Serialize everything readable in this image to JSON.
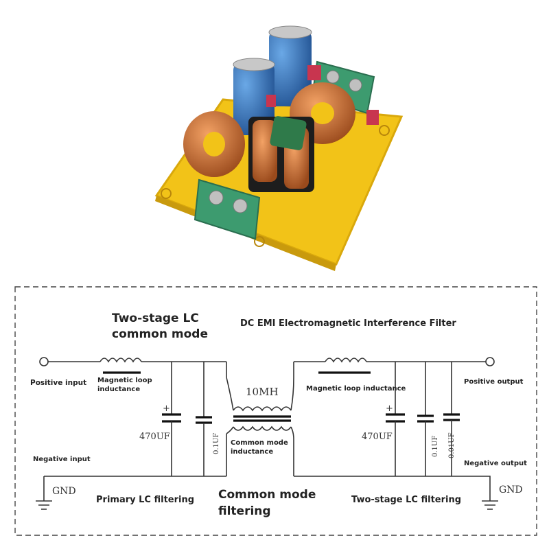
{
  "title": "DC EMI Electromagnetic Interference Filter",
  "stage_labels": {
    "two_stage_lc_common_mode_line1": "Two-stage LC",
    "two_stage_lc_common_mode_line2": "common mode",
    "common_mode_filtering_line1": "Common mode",
    "common_mode_filtering_line2": "filtering",
    "primary_lc_filtering": "Primary LC filtering",
    "two_stage_lc_filtering": "Two-stage LC filtering"
  },
  "terminals": {
    "positive_input": "Positive input",
    "negative_input": "Negative input",
    "positive_output": "Positive output",
    "negative_output": "Negative output",
    "gnd_left": "GND",
    "gnd_right": "GND"
  },
  "components": {
    "inductor_left_line1": "Magnetic loop",
    "inductor_left_line2": "inductance",
    "inductor_right": "Magnetic loop inductance",
    "common_mode_value": "10MH",
    "common_mode_line1": "Common mode",
    "common_mode_line2": "inductance",
    "cap_left_electrolytic": "470UF",
    "cap_left_film": "0.1UF",
    "cap_right_electrolytic": "470UF",
    "cap_right_film1": "0.1UF",
    "cap_right_film2": "0.01UF",
    "plus_sign": "+"
  },
  "colors": {
    "pcb": "#f2c318",
    "pcb_edge": "#d9a80c",
    "terminal_block": "#3d9b6f",
    "capacitor": "#2f6fb8",
    "copper": "#c8703a",
    "common_mode_bobbin": "#2f7a4a",
    "wire": "#333333"
  }
}
